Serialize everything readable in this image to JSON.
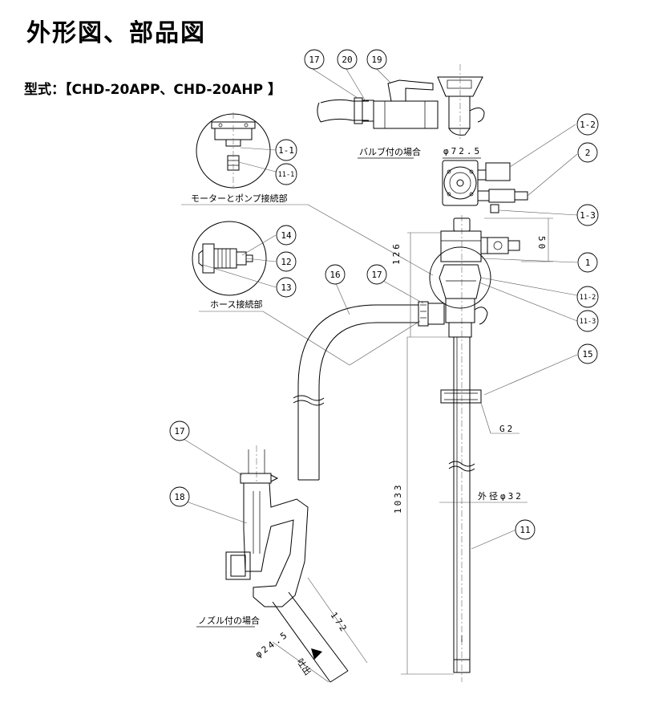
{
  "title": "外形図、部品図",
  "model_line": "型式：【CHD-20APP、CHD-20AHP 】",
  "annotations": {
    "valve_case": "バルブ付の場合",
    "motor_pump": "モーターとポンプ接続部",
    "hose_conn": "ホース接続部",
    "nozzle_case": "ノズル付の場合",
    "discharge": "吐出"
  },
  "dimensions": {
    "phi72": "φ72.5",
    "d50": "50",
    "d126": "126",
    "g2": "G2",
    "outer32": "外径φ32",
    "d1033": "1033",
    "d172": "172",
    "phi24": "φ24.5"
  },
  "callouts": {
    "c17a": "17",
    "c20": "20",
    "c19": "19",
    "c1_2": "1-2",
    "c2": "2",
    "c1_3": "1-3",
    "c1_1": "1-1",
    "c11_1": "11-1",
    "c14": "14",
    "c12": "12",
    "c13": "13",
    "c16": "16",
    "c17b": "17",
    "c1": "1",
    "c11_2": "11-2",
    "c11_3": "11-3",
    "c15": "15",
    "c17c": "17",
    "c18": "18",
    "c11": "11"
  }
}
